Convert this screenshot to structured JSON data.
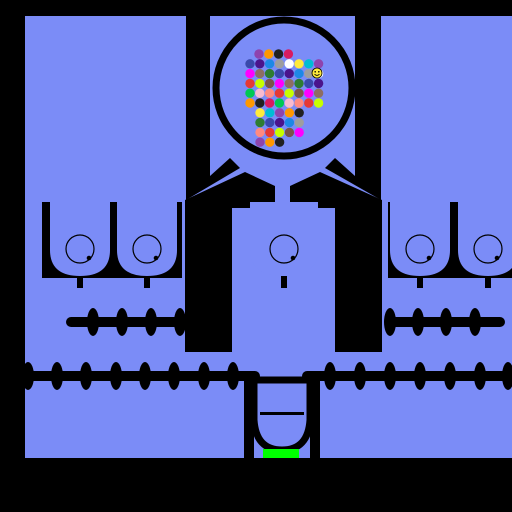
{
  "game": {
    "colors": {
      "background": "#7b8cf7",
      "wall": "#000000",
      "goal": "#00ff00"
    },
    "balls": {
      "colors": [
        "#8e44ad",
        "#d81b60",
        "#ff8a80",
        "#795548",
        "#2e7d32",
        "#1e88e5",
        "#ffeb3b",
        "#ff9800",
        "#00c853",
        "#e53935",
        "#ff00ff",
        "#3949ab",
        "#9e9e9e",
        "#00bcd4",
        "#212121",
        "#f8bbd0",
        "#c6ff00",
        "#8d6e63",
        "#4a148c",
        "#ffffff"
      ],
      "count": 62
    },
    "buckets": {
      "count": 5
    },
    "rotors": {
      "count": 4
    }
  }
}
